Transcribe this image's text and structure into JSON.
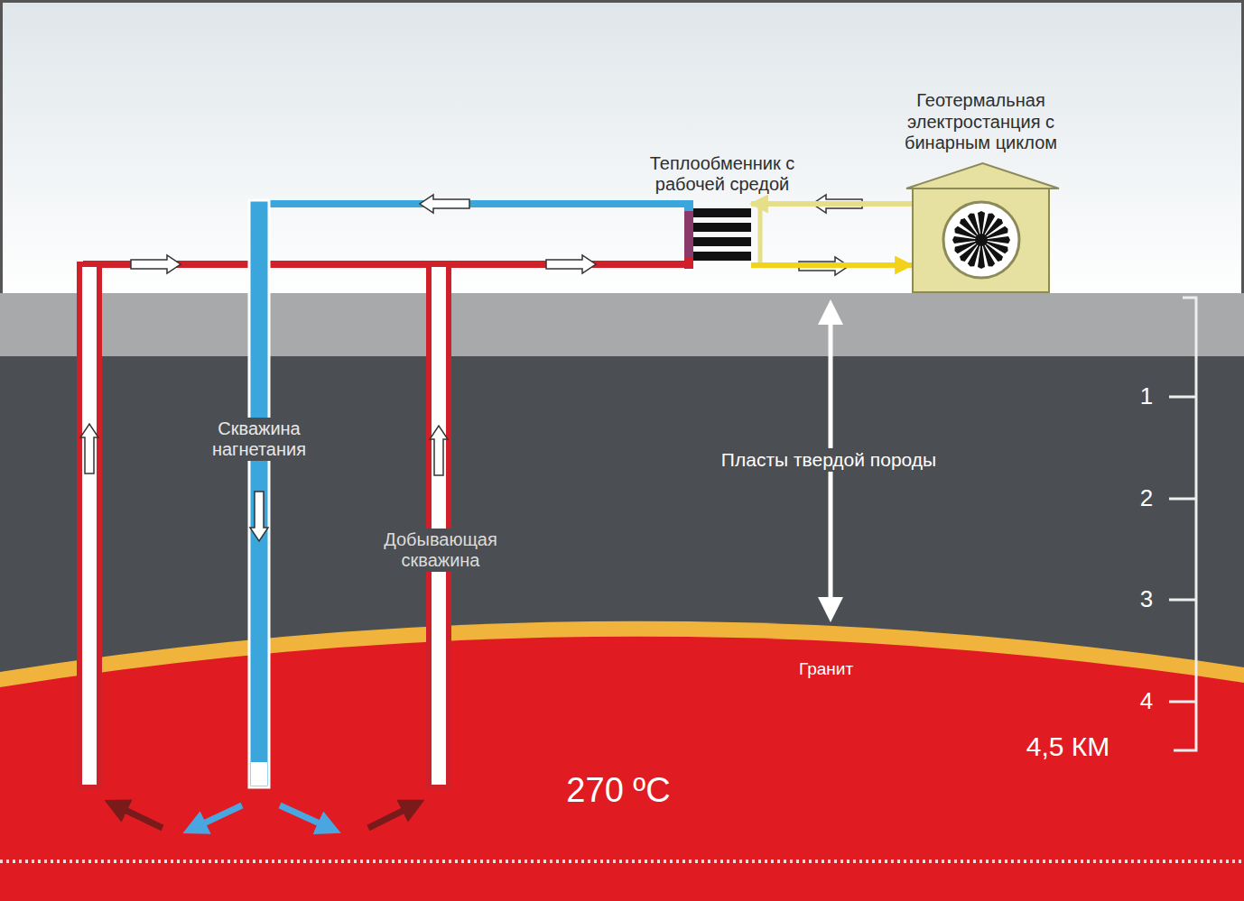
{
  "diagram": {
    "nodes": [
      {
        "text": [
          "Геотермальная электростанция с бинарным циклом"
        ]
      },
      {
        "text": [
          "Теплообменник с рабочей средой"
        ]
      }
    ],
    "edges": [
      {
        "from": 0,
        "to": 1,
        "arrow": "to"
      },
      {
        "from": 1,
        "to": 0,
        "arrow": "to"
      }
    ],
    "labels": [
      "Скважина нагнетания",
      "Добывающая скважина",
      "Пласты твердой породы",
      "Гранит",
      "270 ºC",
      "1",
      "2",
      "3",
      "4",
      "4,5 КМ"
    ]
  }
}
